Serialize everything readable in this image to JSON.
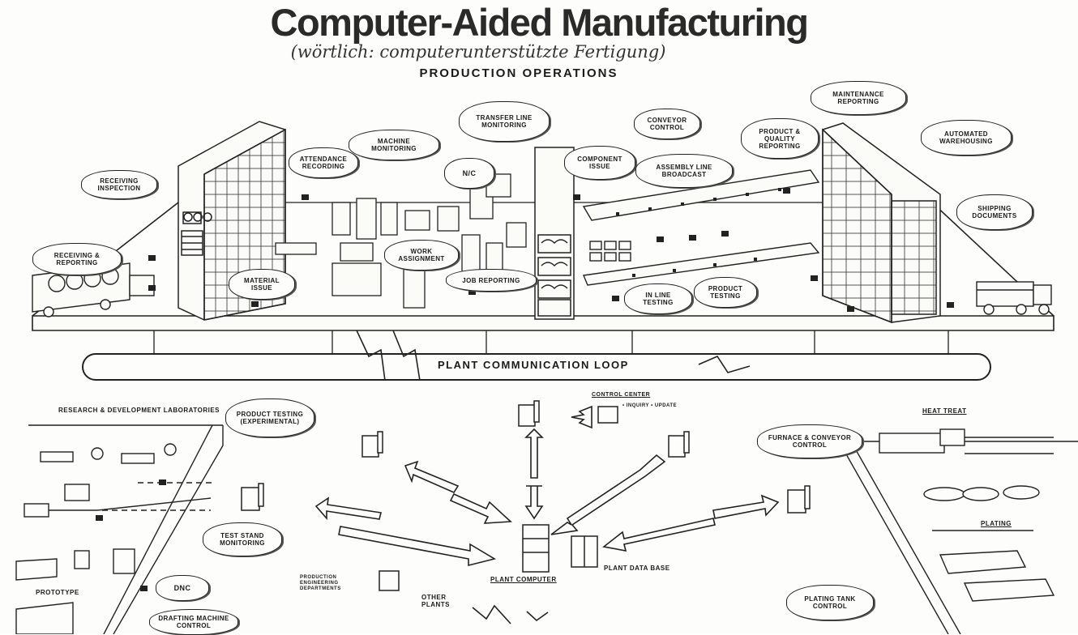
{
  "title": "Computer-Aided Manufacturing",
  "subtitle": "(wörtlich: computerunterstützte Fertigung)",
  "section_heading": "PRODUCTION OPERATIONS",
  "loop_label": "PLANT COMMUNICATION LOOP",
  "labels": {
    "receiving_inspection": "RECEIVING INSPECTION",
    "receiving_reporting": "RECEIVING & REPORTING",
    "attendance_recording": "ATTENDANCE RECORDING",
    "machine_monitoring": "MACHINE MONITORING",
    "transfer_line_monitoring": "TRANSFER LINE MONITORING",
    "nc": "N/C",
    "component_issue": "COMPONENT ISSUE",
    "conveyor_control": "CONVEYOR CONTROL",
    "assembly_line_broadcast": "ASSEMBLY LINE BROADCAST",
    "product_quality_reporting": "PRODUCT & QUALITY REPORTING",
    "maintenance_reporting": "MAINTENANCE REPORTING",
    "automated_warehousing": "AUTOMATED WAREHOUSING",
    "shipping_documents": "SHIPPING DOCUMENTS",
    "material_issue": "MATERIAL ISSUE",
    "work_assignment": "WORK ASSIGNMENT",
    "job_reporting": "JOB REPORTING",
    "in_line_testing": "IN LINE TESTING",
    "product_testing": "PRODUCT TESTING",
    "rd_laboratories": "RESEARCH & DEVELOPMENT LABORATORIES",
    "product_testing_experimental": "PRODUCT TESTING (EXPERIMENTAL)",
    "control_center": "CONTROL CENTER",
    "control_center_sub": "• INQUIRY • UPDATE",
    "furnace_conveyor_control": "FURNACE & CONVEYOR CONTROL",
    "heat_treat": "HEAT TREAT",
    "test_stand_monitoring": "TEST STAND MONITORING",
    "dnc": "DNC",
    "prototype": "PROTOTYPE",
    "drafting_machine_control": "DRAFTING MACHINE CONTROL",
    "plant_computer": "PLANT COMPUTER",
    "plant_data_base": "PLANT DATA BASE",
    "production_engineering": "PRODUCTION ENGINEERING DEPARTMENTS",
    "other_plants": "OTHER PLANTS",
    "plating": "PLATING",
    "plating_tank_control": "PLATING TANK CONTROL"
  },
  "colors": {
    "ink": "#1b1b1b",
    "paper": "#fdfdfb"
  }
}
